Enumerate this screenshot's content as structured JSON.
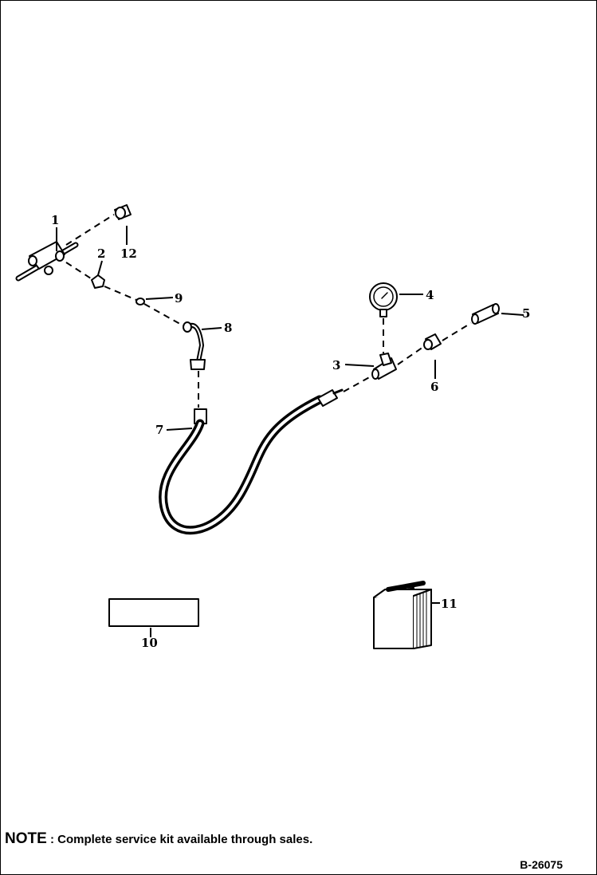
{
  "callouts": [
    "1",
    "2",
    "3",
    "4",
    "5",
    "6",
    "7",
    "8",
    "9",
    "10",
    "11",
    "12"
  ],
  "note": {
    "label": "NOTE",
    "text": ": Complete service kit available through sales."
  },
  "drawing_number": "B-26075"
}
